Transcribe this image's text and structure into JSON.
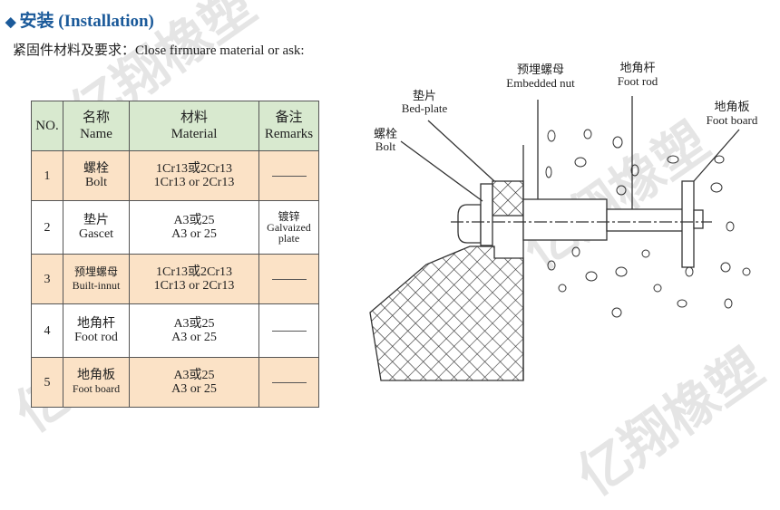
{
  "title": "安装 (Installation)",
  "subtitle": "紧固件材料及要求：Close firmuare material or ask:",
  "watermark": "亿翔橡塑",
  "table": {
    "headers": [
      {
        "zh": "NO.",
        "en": ""
      },
      {
        "zh": "名称",
        "en": "Name"
      },
      {
        "zh": "材料",
        "en": "Material"
      },
      {
        "zh": "备注",
        "en": "Remarks"
      }
    ],
    "rows": [
      {
        "no": "1",
        "name_zh": "螺栓",
        "name_en": "Bolt",
        "mat_zh": "1Cr13或2Cr13",
        "mat_en": "1Cr13 or 2Cr13",
        "remark": "——"
      },
      {
        "no": "2",
        "name_zh": "垫片",
        "name_en": "Gascet",
        "mat_zh": "A3或25",
        "mat_en": "A3 or 25",
        "remark": "镀锌 Galvaized plate"
      },
      {
        "no": "3",
        "name_zh": "预埋螺母",
        "name_en": "Built-innut",
        "mat_zh": "1Cr13或2Cr13",
        "mat_en": "1Cr13 or 2Cr13",
        "remark": "——"
      },
      {
        "no": "4",
        "name_zh": "地角杆",
        "name_en": "Foot rod",
        "mat_zh": "A3或25",
        "mat_en": "A3 or 25",
        "remark": "——"
      },
      {
        "no": "5",
        "name_zh": "地角板",
        "name_en": "Foot board",
        "mat_zh": "A3或25",
        "mat_en": "A3 or 25",
        "remark": "——"
      }
    ]
  },
  "remark2": {
    "zh": "镀锌",
    "en1": "Galvaized",
    "en2": "plate"
  },
  "diagram": {
    "bolt": {
      "zh": "螺栓",
      "en": "Bolt"
    },
    "bedplate": {
      "zh": "垫片",
      "en": "Bed-plate"
    },
    "nut": {
      "zh": "预埋螺母",
      "en": "Embedded nut"
    },
    "rod": {
      "zh": "地角杆",
      "en": "Foot rod"
    },
    "board": {
      "zh": "地角板",
      "en": "Foot board"
    }
  }
}
